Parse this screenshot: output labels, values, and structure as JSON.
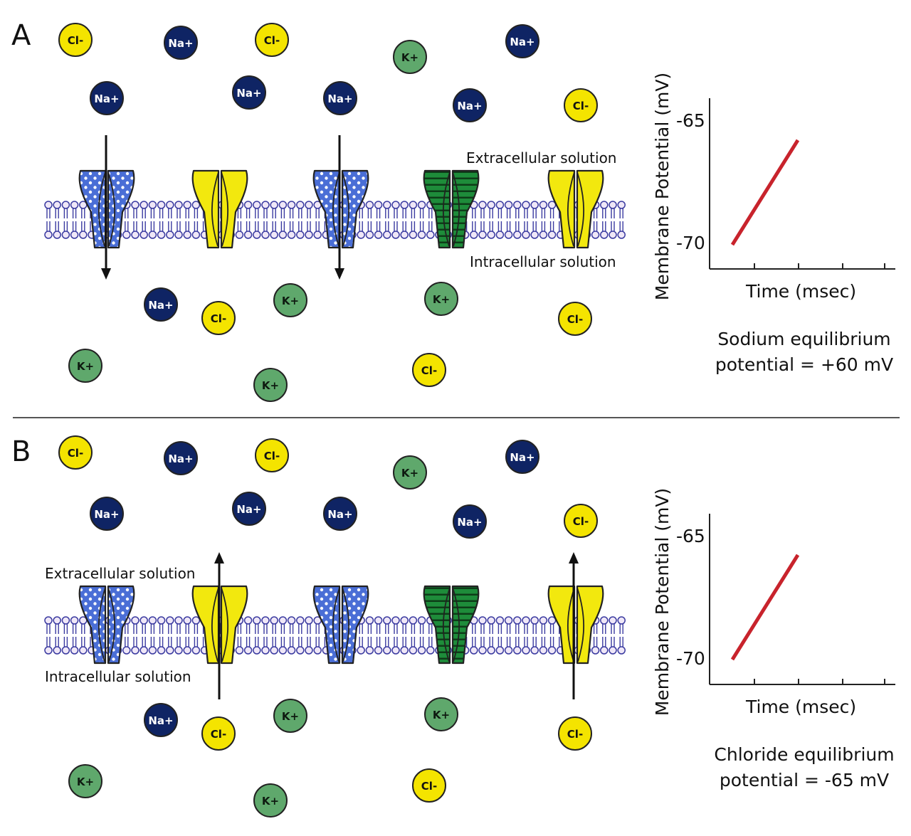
{
  "divider": true,
  "colors": {
    "na": "#0f2464",
    "k": "#5fa86c",
    "cl": "#f4e400",
    "membrane": "#3a3aa0",
    "head_fill": "#efe7f7",
    "na_channel": "#4a6ed6",
    "cl_channel": "#f2e80e",
    "k_channel": "#1e8c3a",
    "trace": "#c8232c"
  },
  "panels": [
    {
      "id": "A",
      "letter": "A",
      "extracellular_label": "Extracellular solution",
      "intracellular_label": "Intracellular solution",
      "channels": [
        "na-channel",
        "cl-channel",
        "na-channel",
        "k-channel",
        "cl-channel"
      ],
      "arrows_direction": "inward",
      "ions": [
        {
          "type": "cl",
          "label": "Cl-"
        },
        {
          "type": "na",
          "label": "Na+"
        },
        {
          "type": "cl",
          "label": "Cl-"
        },
        {
          "type": "k",
          "label": "K+"
        },
        {
          "type": "na",
          "label": "Na+"
        },
        {
          "type": "na",
          "label": "Na+"
        },
        {
          "type": "na",
          "label": "Na+"
        },
        {
          "type": "na",
          "label": "Na+"
        },
        {
          "type": "cl",
          "label": "Cl-"
        },
        {
          "type": "na",
          "label": "Na+"
        },
        {
          "type": "na",
          "label": "Na+"
        },
        {
          "type": "k",
          "label": "K+"
        },
        {
          "type": "k",
          "label": "K+"
        },
        {
          "type": "cl",
          "label": "Cl-"
        },
        {
          "type": "cl",
          "label": "Cl-"
        },
        {
          "type": "k",
          "label": "K+"
        },
        {
          "type": "k",
          "label": "K+"
        },
        {
          "type": "cl",
          "label": "Cl-"
        }
      ],
      "graph": {
        "ylabel": "Membrane Potential (mV)",
        "xlabel": "Time (msec)",
        "yticks": [
          "-65",
          "-70"
        ],
        "caption_line1": "Sodium equilibrium",
        "caption_line2": "potential = +60 mV"
      }
    },
    {
      "id": "B",
      "letter": "B",
      "extracellular_label": "Extracellular solution",
      "intracellular_label": "Intracellular solution",
      "channels": [
        "na-channel",
        "cl-channel",
        "na-channel",
        "k-channel",
        "cl-channel"
      ],
      "arrows_direction": "outward",
      "ions": [
        {
          "type": "cl",
          "label": "Cl-"
        },
        {
          "type": "na",
          "label": "Na+"
        },
        {
          "type": "cl",
          "label": "Cl-"
        },
        {
          "type": "k",
          "label": "K+"
        },
        {
          "type": "na",
          "label": "Na+"
        },
        {
          "type": "na",
          "label": "Na+"
        },
        {
          "type": "na",
          "label": "Na+"
        },
        {
          "type": "na",
          "label": "Na+"
        },
        {
          "type": "cl",
          "label": "Cl-"
        },
        {
          "type": "na",
          "label": "Na+"
        },
        {
          "type": "na",
          "label": "Na+"
        },
        {
          "type": "k",
          "label": "K+"
        },
        {
          "type": "cl",
          "label": "Cl-"
        },
        {
          "type": "k",
          "label": "K+"
        },
        {
          "type": "cl",
          "label": "Cl-"
        },
        {
          "type": "k",
          "label": "K+"
        },
        {
          "type": "k",
          "label": "K+"
        },
        {
          "type": "cl",
          "label": "Cl-"
        }
      ],
      "graph": {
        "ylabel": "Membrane Potential (mV)",
        "xlabel": "Time (msec)",
        "yticks": [
          "-65",
          "-70"
        ],
        "caption_line1": "Chloride equilibrium",
        "caption_line2": "potential = -65 mV"
      }
    }
  ]
}
